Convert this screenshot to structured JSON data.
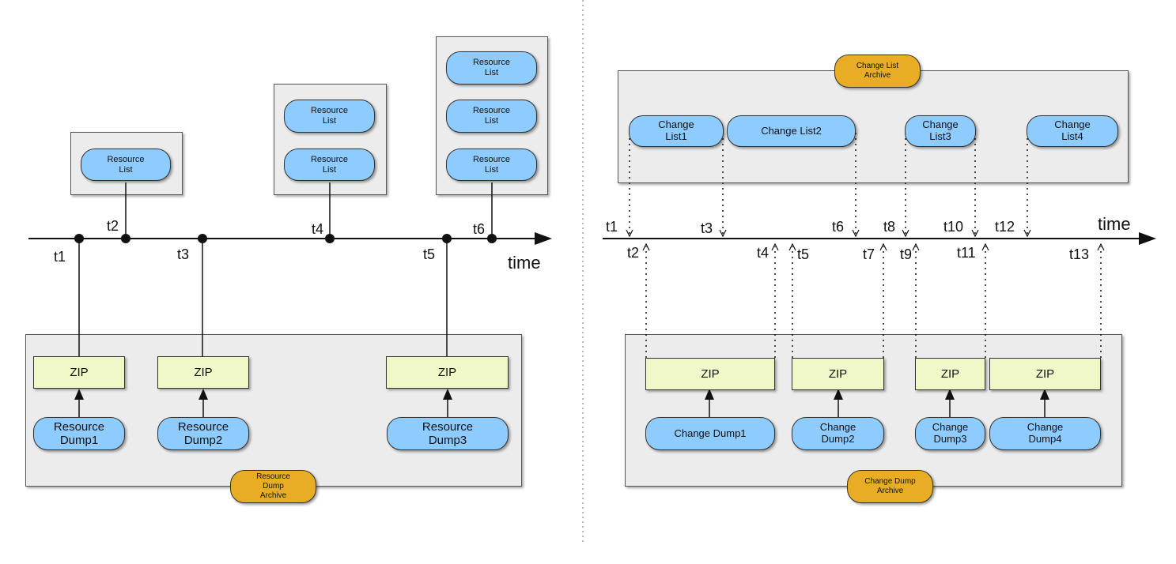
{
  "left": {
    "resource_list_label": "Resource\nList",
    "resource_dumps": [
      "Resource\nDump1",
      "Resource\nDump2",
      "Resource\nDump3"
    ],
    "zip_label": "ZIP",
    "archive_label": "Resource\nDump\nArchive",
    "time_label": "time",
    "ticks": [
      "t1",
      "t2",
      "t3",
      "t4",
      "t5",
      "t6"
    ]
  },
  "right": {
    "list_archive_label": "Change List\nArchive",
    "change_lists": [
      "Change\nList1",
      "Change List2",
      "Change\nList3",
      "Change\nList4"
    ],
    "change_dumps": [
      "Change Dump1",
      "Change\nDump2",
      "Change\nDump3",
      "Change\nDump4"
    ],
    "zip_label": "ZIP",
    "dump_archive_label": "Change Dump\nArchive",
    "time_label": "time",
    "ticks": [
      "t1",
      "t2",
      "t3",
      "t4",
      "t5",
      "t6",
      "t7",
      "t8",
      "t9",
      "t10",
      "t11",
      "t12",
      "t13"
    ]
  }
}
